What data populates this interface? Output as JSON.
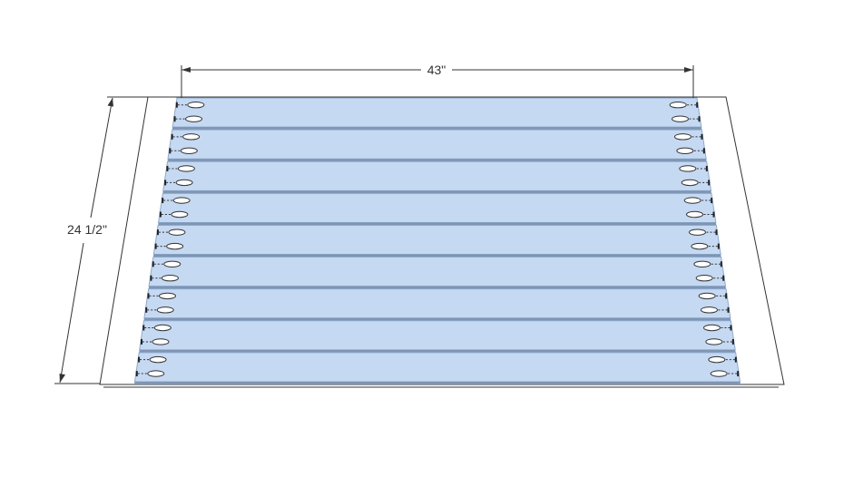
{
  "diagram": {
    "dimensions": {
      "width_label": "43\"",
      "height_label": "24 1/2\""
    },
    "slats": {
      "count": 9
    },
    "colors": {
      "slat_fill": "#c5d9f3",
      "slat_edge": "#8fa9cc",
      "outline": "#333333",
      "background": "#ffffff"
    }
  }
}
